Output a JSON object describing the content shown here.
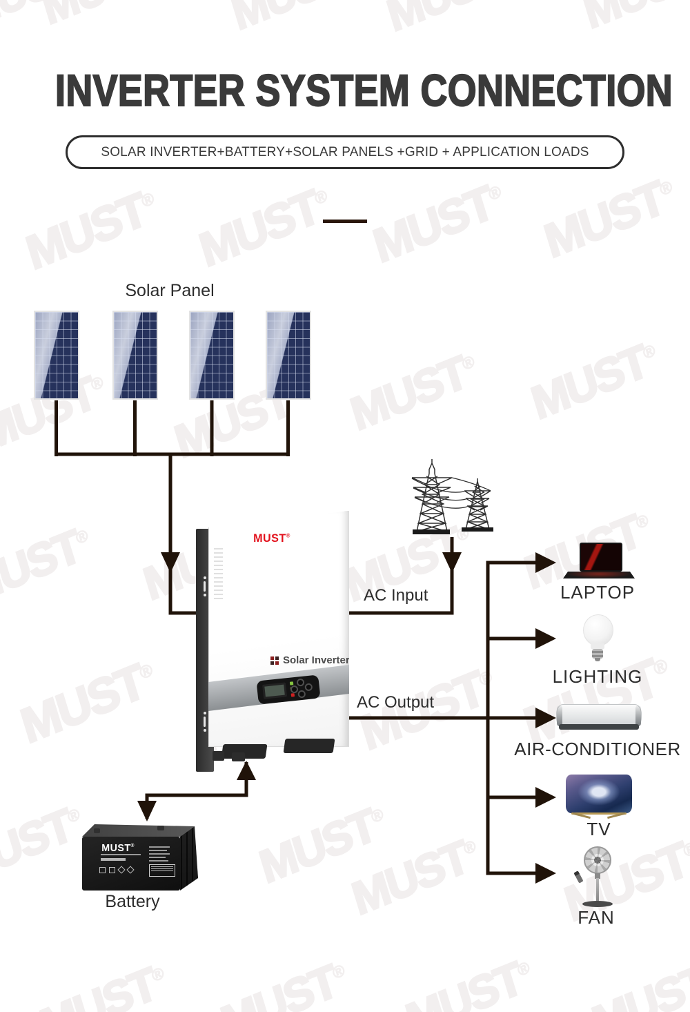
{
  "header": {
    "title": "INVERTER SYSTEM CONNECTION",
    "subtitle": "SOLAR INVERTER+BATTERY+SOLAR PANELS +GRID + APPLICATION LOADS"
  },
  "watermark": {
    "text": "MUST"
  },
  "registered_mark": "®",
  "diagram": {
    "solar_panel": {
      "label": "Solar Panel",
      "count": 4,
      "icon": "solar-panel-icon"
    },
    "grid": {
      "icon": "utility-grid-towers-icon"
    },
    "ac_input_label": "AC Input",
    "ac_output_label": "AC Output",
    "inverter": {
      "brand": "MUST",
      "product": "Solar Inverter",
      "icon": "solar-inverter-icon"
    },
    "battery": {
      "label": "Battery",
      "brand": "MUST",
      "icon": "battery-icon"
    },
    "loads": [
      {
        "label": "LAPTOP",
        "icon": "laptop-icon"
      },
      {
        "label": "LIGHTING",
        "icon": "light-bulb-icon"
      },
      {
        "label": "AIR-CONDITIONER",
        "icon": "air-conditioner-icon"
      },
      {
        "label": "TV",
        "icon": "tv-icon"
      },
      {
        "label": "FAN",
        "icon": "pedestal-fan-icon"
      }
    ]
  },
  "colors": {
    "line": "#201309",
    "brand_red": "#e2111c",
    "panel_navy": "#26325c",
    "watermark": "#f2efef",
    "title_text": "#3a3a3a",
    "background": "#ffffff"
  }
}
